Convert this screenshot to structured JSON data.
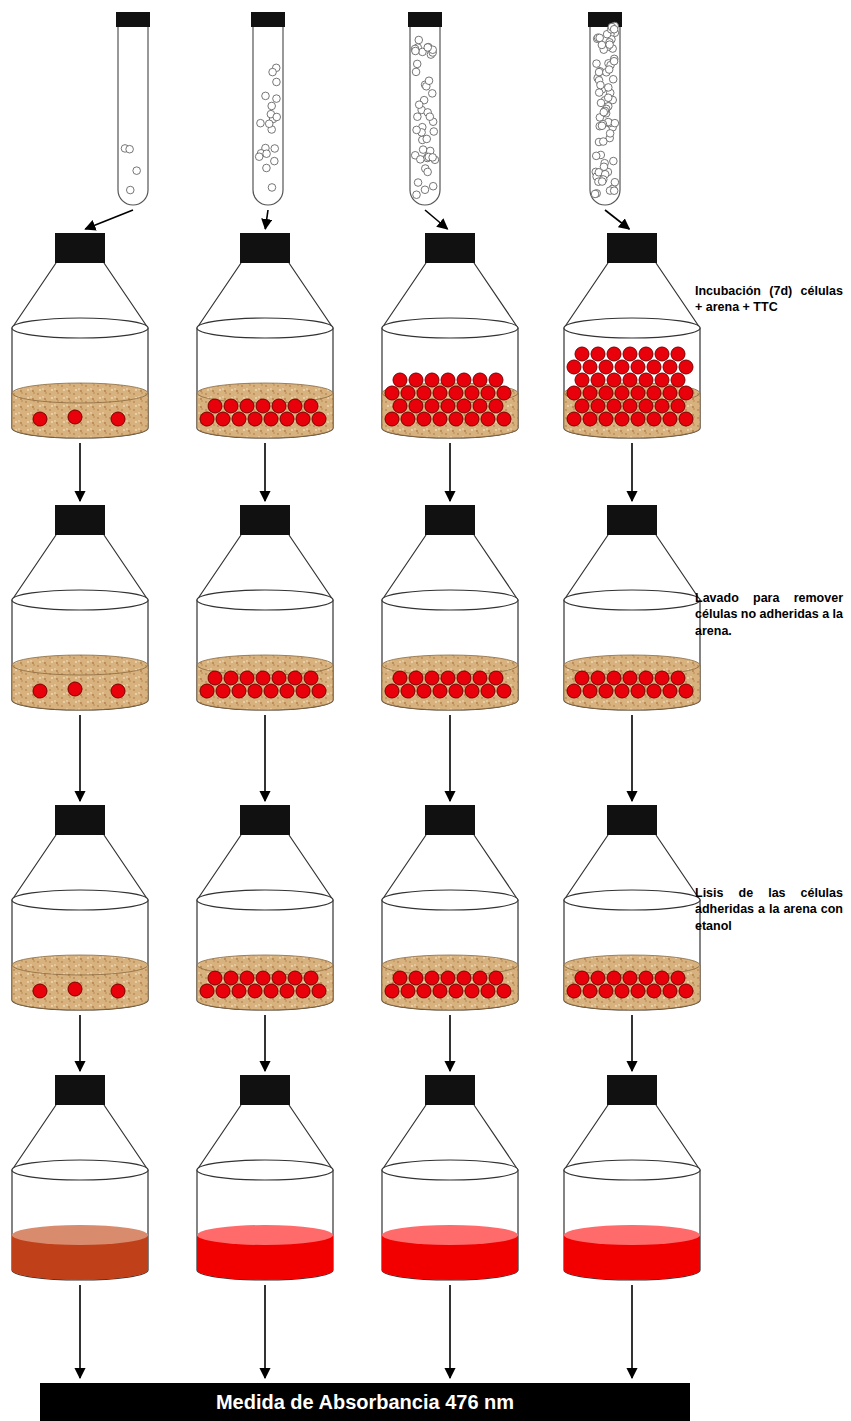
{
  "diagram": {
    "nodes": [
      {
        "text": [
          "Medida de Absorbancia 476 nm"
        ]
      }
    ],
    "labels": [
      "Incubación (7d) células + arena + TTC",
      "Lavado para remover células no adheridas a la arena.",
      "Lisis de las células adheridas a la arena con etanol"
    ]
  }
}
